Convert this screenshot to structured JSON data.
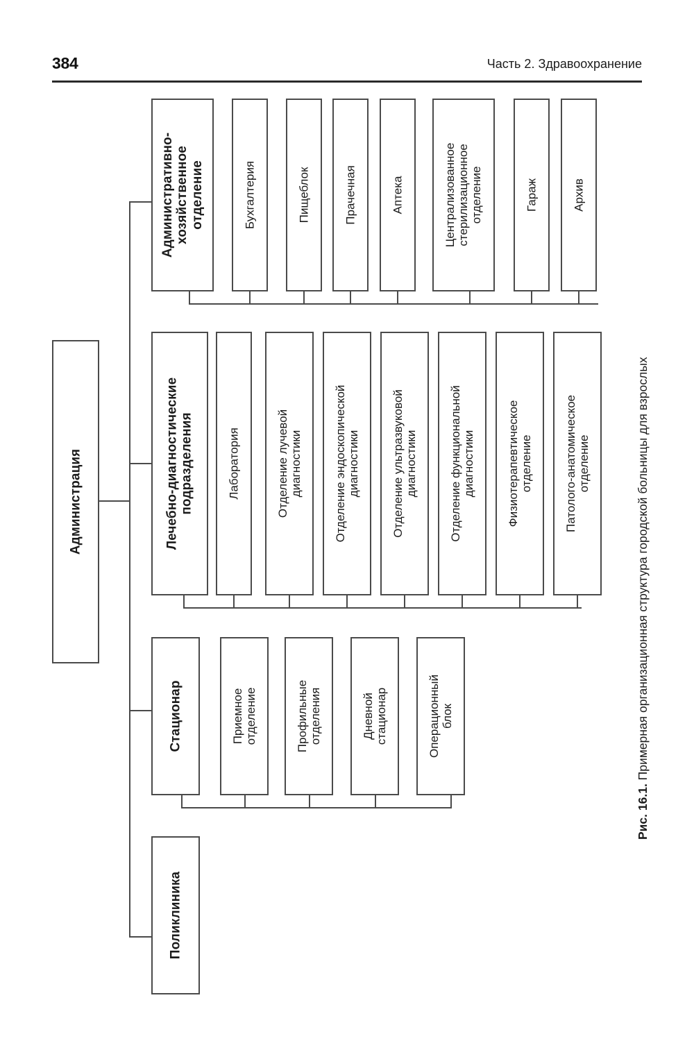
{
  "page": {
    "number": "384",
    "running_head": "Часть 2. Здравоохранение"
  },
  "figure": {
    "caption_number": "Рис. 16.1.",
    "caption_text": "Примерная организационная структура городской больницы для взрослых",
    "root": {
      "label": "Администрация"
    },
    "branches": [
      {
        "key": "ahо",
        "label_lines": [
          "Административно-",
          "хозяйственное",
          "отделение"
        ],
        "children": [
          {
            "label_lines": [
              "Бухгалтерия"
            ]
          },
          {
            "label_lines": [
              "Пищеблок"
            ]
          },
          {
            "label_lines": [
              "Прачечная"
            ]
          },
          {
            "label_lines": [
              "Аптека"
            ]
          },
          {
            "label_lines": [
              "Централизованное",
              "стерилизационное",
              "отделение"
            ]
          },
          {
            "label_lines": [
              "Гараж"
            ]
          },
          {
            "label_lines": [
              "Архив"
            ]
          }
        ]
      },
      {
        "key": "ldp",
        "label_lines": [
          "Лечебно-диагностические",
          "подразделения"
        ],
        "children": [
          {
            "label_lines": [
              "Лаборатория"
            ]
          },
          {
            "label_lines": [
              "Отделение лучевой",
              "диагностики"
            ]
          },
          {
            "label_lines": [
              "Отделение эндоскопической",
              "диагностики"
            ]
          },
          {
            "label_lines": [
              "Отделение ультразвуковой",
              "диагностики"
            ]
          },
          {
            "label_lines": [
              "Отделение функциональной",
              "диагностики"
            ]
          },
          {
            "label_lines": [
              "Физиотерапевтическое",
              "отделение"
            ]
          },
          {
            "label_lines": [
              "Патолого-анатомическое",
              "отделение"
            ]
          }
        ]
      },
      {
        "key": "stacionar",
        "label_lines": [
          "Стационар"
        ],
        "children": [
          {
            "label_lines": [
              "Приемное",
              "отделение"
            ]
          },
          {
            "label_lines": [
              "Профильные",
              "отделения"
            ]
          },
          {
            "label_lines": [
              "Дневной",
              "стационар"
            ]
          },
          {
            "label_lines": [
              "Операционный",
              "блок"
            ]
          }
        ]
      },
      {
        "key": "poliklinika",
        "label_lines": [
          "Поликлиника"
        ],
        "children": []
      }
    ]
  },
  "colors": {
    "ink": "#1b1b1b",
    "line": "#4a4a4a",
    "rule": "#2a2a2a",
    "paper": "#ffffff"
  }
}
